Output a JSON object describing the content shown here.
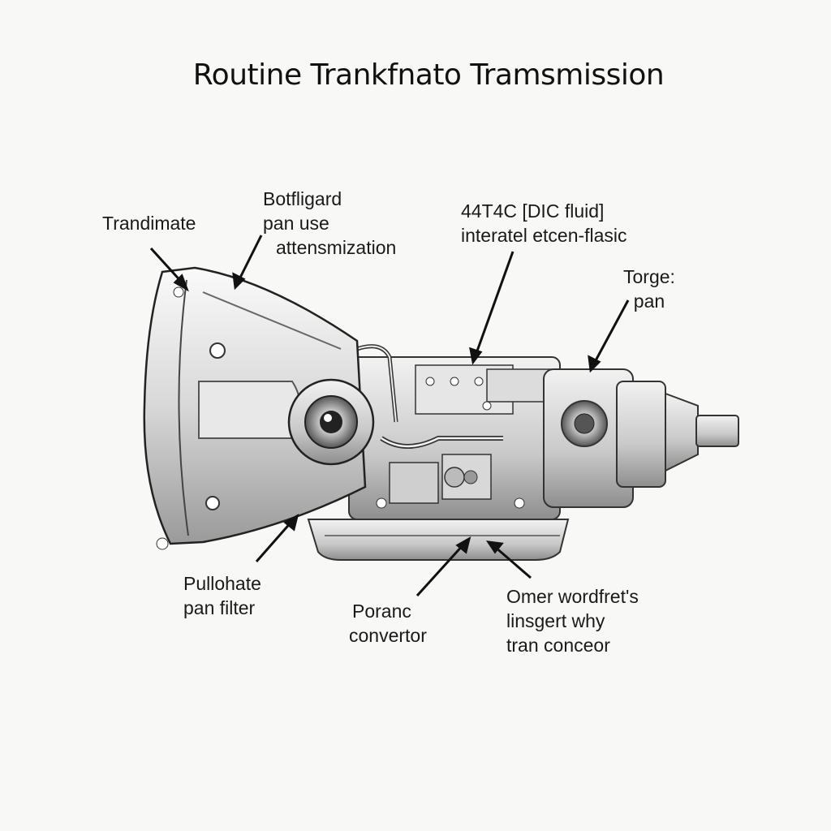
{
  "title": "Routine Trankfnato Tramsmission",
  "labels": {
    "trandimate": [
      "Trandimate"
    ],
    "botfligard": [
      "Botfligard",
      "pan use",
      "attensmization"
    ],
    "fluid": [
      "44T4C [DIC fluid]",
      "interatel etcen-flasic"
    ],
    "torge": [
      "Torge:",
      "pan"
    ],
    "pullohate": [
      "Pullohate",
      "pan filter"
    ],
    "poranc": [
      "Poranc",
      "convertor"
    ],
    "omer": [
      "Omer wordfret's",
      "linsgert why",
      "tran conceor"
    ]
  }
}
